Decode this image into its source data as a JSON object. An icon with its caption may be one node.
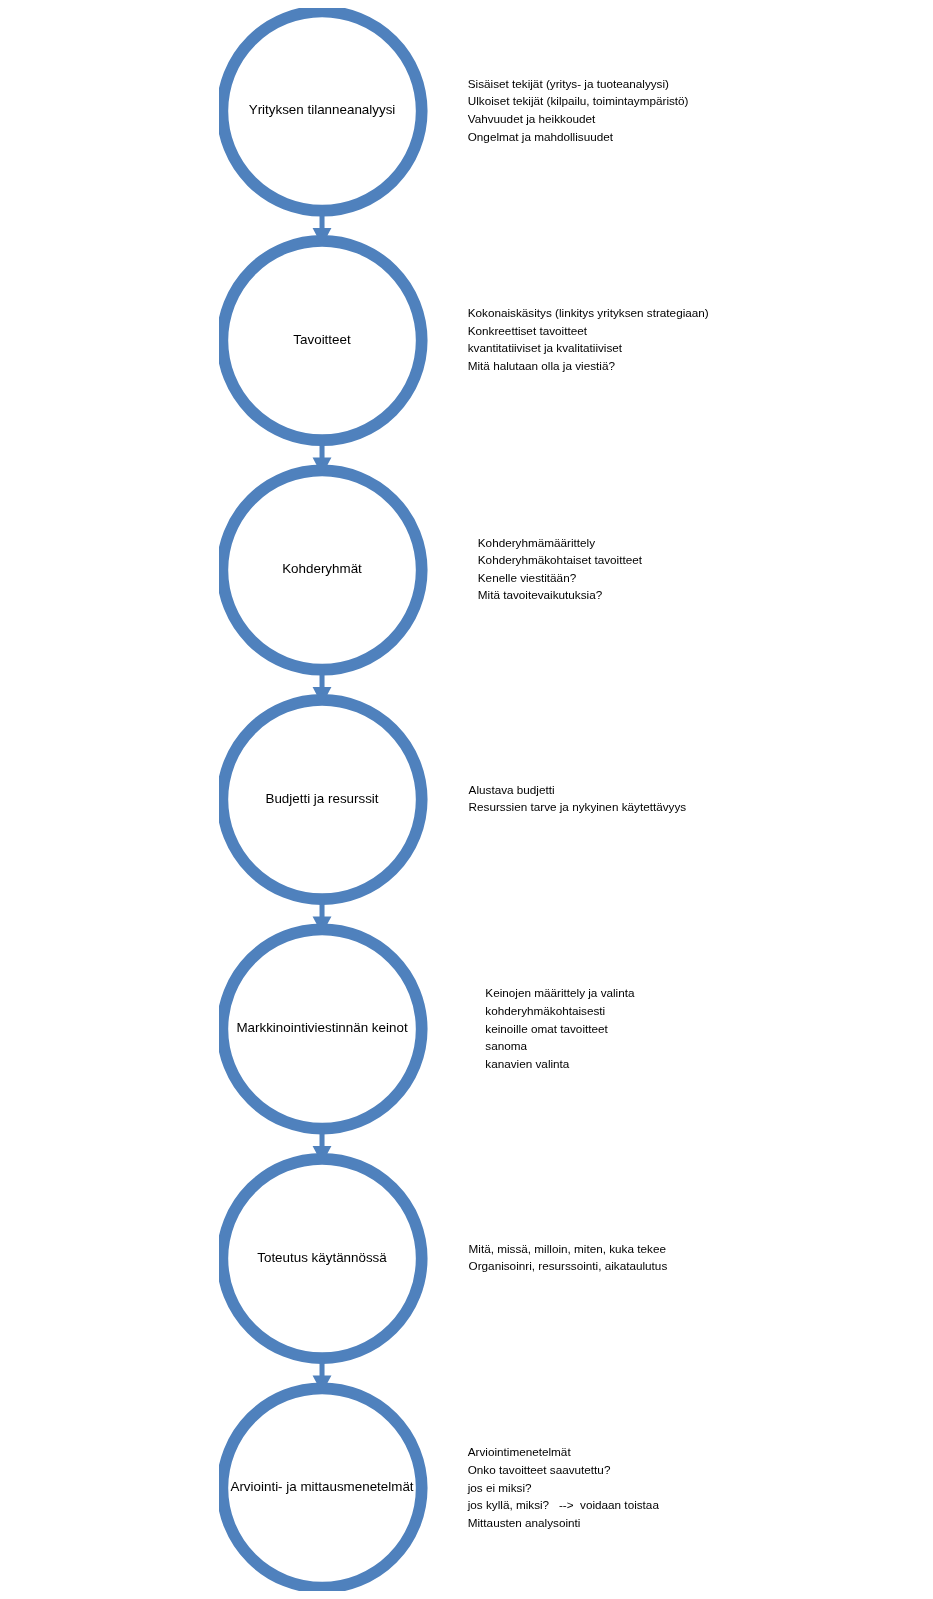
{
  "diagram": {
    "nodes": [
      {
        "text": [
          "Yrityksen tilanneanalyysi"
        ],
        "beside": [
          "Sisäiset tekijät (yritys- ja tuoteanalyysi)",
          "Ulkoiset tekijät (kilpailu, toimintaympäristö)",
          "Vahvuudet ja heikkoudet",
          "Ongelmat ja mahdollisuudet"
        ]
      },
      {
        "text": [
          "Tavoitteet"
        ],
        "beside": [
          "Kokonaiskäsitys (linkitys yrityksen strategiaan)",
          "Konkreettiset tavoitteet",
          "kvantitatiiviset ja kvalitatiiviset",
          "Mitä halutaan olla ja viestiä?"
        ]
      },
      {
        "text": [
          "Kohderyhmät"
        ],
        "beside": [
          "Kohderyhmämäärittely",
          "Kohderyhmäkohtaiset tavoitteet",
          "Kenelle viestitään?",
          "Mitä tavoitevaikutuksia?"
        ]
      },
      {
        "text": [
          "Budjetti ja resurssit"
        ],
        "beside": [
          "Alustava budjetti",
          "Resurssien tarve ja nykyinen käytettävyys"
        ]
      },
      {
        "text": [
          "Markkinointiviestinnän keinot"
        ],
        "beside": [
          "Keinojen määrittely ja valinta",
          "kohderyhmäkohtaisesti",
          "keinoille omat tavoitteet",
          "sanoma",
          "kanavien valinta"
        ]
      },
      {
        "text": [
          "Toteutus käytännössä"
        ],
        "beside": [
          "Mitä, missä, milloin, miten, kuka tekee",
          "Organisoinri, resurssointi, aikataulutus"
        ]
      },
      {
        "text": [
          "Arviointi- ja mittausmenetelmät"
        ],
        "beside": [
          "Arviointimenetelmät",
          "Onko tavoitteet saavutettu?",
          "jos ei miksi?",
          "jos kyllä, miksi?   -->  voidaan toistaa",
          "Mittausten analysointi"
        ]
      }
    ],
    "edges": [
      {
        "from": 0,
        "to": 1,
        "arrow": "to"
      },
      {
        "from": 1,
        "to": 2,
        "arrow": "to"
      },
      {
        "from": 2,
        "to": 3,
        "arrow": "to"
      },
      {
        "from": 3,
        "to": 4,
        "arrow": "to"
      },
      {
        "from": 4,
        "to": 5,
        "arrow": "to"
      },
      {
        "from": 5,
        "to": 6,
        "arrow": "to"
      }
    ]
  }
}
